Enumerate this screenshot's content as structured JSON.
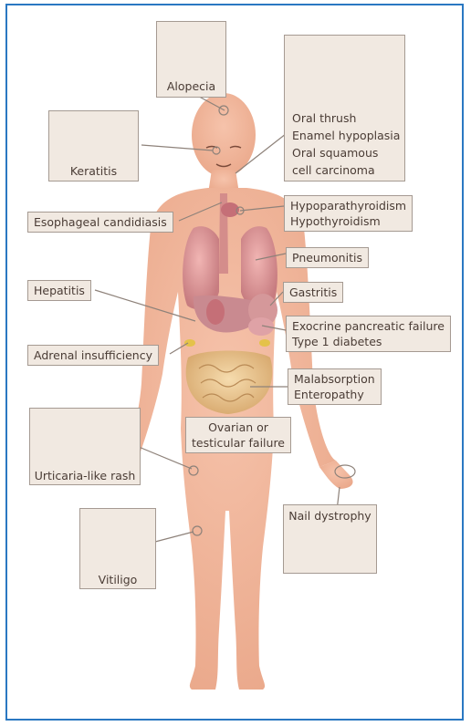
{
  "labels": {
    "alopecia": "Alopecia",
    "keratitis": "Keratitis",
    "oral_1": "Oral thrush",
    "oral_2": "Enamel hypoplasia",
    "oral_3": "Oral squamous",
    "oral_4": "cell carcinoma",
    "esophageal": "Esophageal candidiasis",
    "thyroid_1": "Hypoparathyroidism",
    "thyroid_2": "Hypothyroidism",
    "pneumonitis": "Pneumonitis",
    "hepatitis": "Hepatitis",
    "gastritis": "Gastritis",
    "pancreas_1": "Exocrine pancreatic failure",
    "pancreas_2": "Type 1 diabetes",
    "adrenal": "Adrenal  insufficiency",
    "malabsorption_1": "Malabsorption",
    "malabsorption_2": "Enteropathy",
    "ovarian_1": "Ovarian or",
    "ovarian_2": "testicular failure",
    "urticaria": "Urticaria-like rash",
    "nail": "Nail dystrophy",
    "vitiligo": "Vitiligo"
  },
  "colors": {
    "frame": "#2a78c2",
    "skin": "#f2b49a",
    "label_bg": "#f1e9e1",
    "label_border": "#a59a92",
    "text": "#4a3c35"
  }
}
